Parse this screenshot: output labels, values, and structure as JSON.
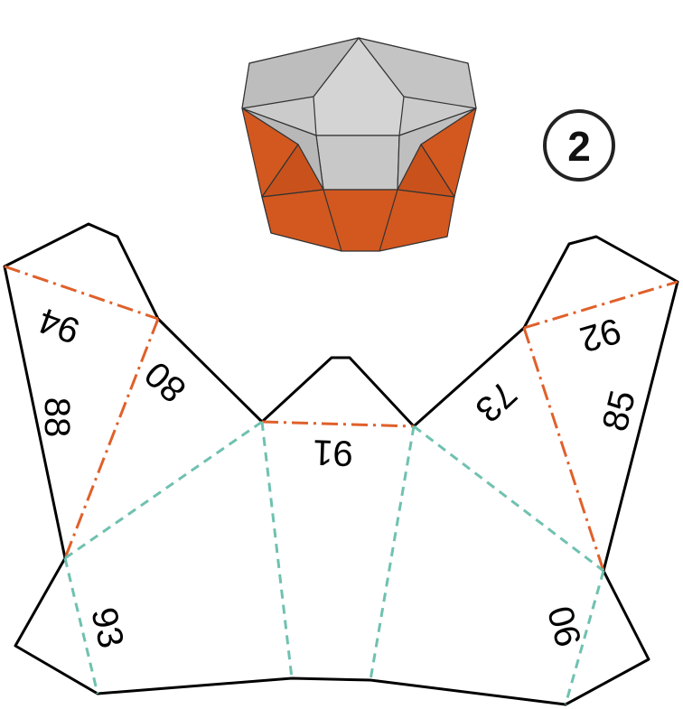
{
  "step": {
    "number": "2"
  },
  "edge_labels": {
    "l94": "94",
    "l88": "88",
    "l80": "80",
    "l91": "91",
    "l73": "73",
    "l92": "92",
    "l85": "85",
    "l93": "93",
    "l90": "90"
  },
  "colors": {
    "cut_line": "#000000",
    "mountain_fold": "#e0602a",
    "valley_fold": "#6fc1b0",
    "model_gray": "#c9c9c9",
    "model_orange": "#d2581f"
  },
  "legend": {
    "cut": "solid black line",
    "mountain_fold": "orange dash-dot line",
    "valley_fold": "teal dashed line"
  }
}
